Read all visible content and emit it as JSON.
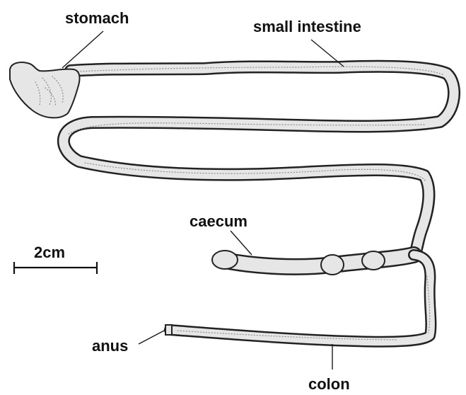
{
  "labels": {
    "stomach": "stomach",
    "small_intestine": "small intestine",
    "caecum": "caecum",
    "colon": "colon",
    "anus": "anus"
  },
  "scale_bar": {
    "label": "2cm"
  },
  "colors": {
    "ink": "#222222",
    "tissue": "#e6e6e6",
    "stipple": "#8a8a8a"
  }
}
